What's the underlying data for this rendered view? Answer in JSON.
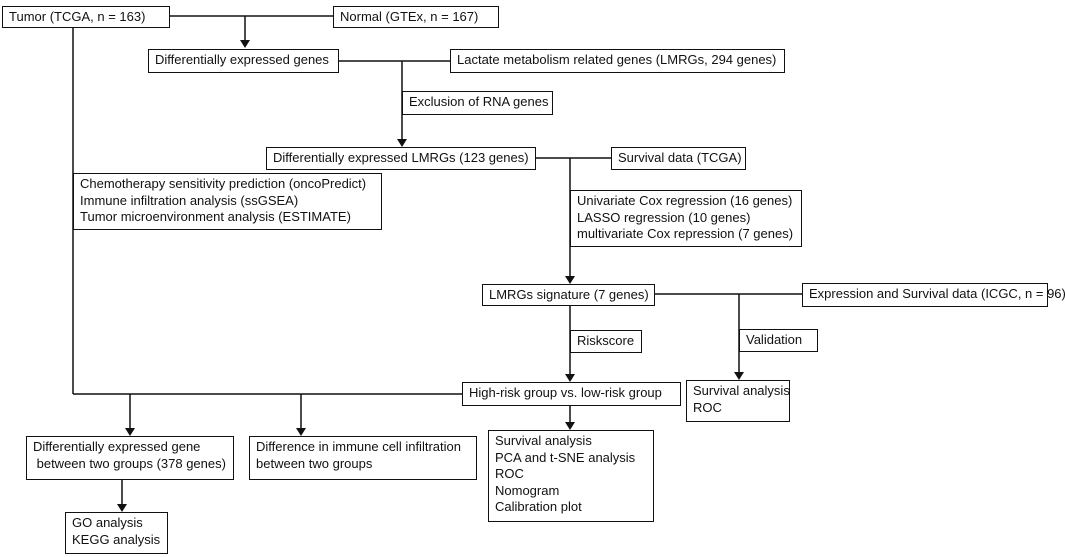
{
  "boxes": {
    "tumor": "Tumor (TCGA, n = 163)",
    "normal": "Normal (GTEx, n = 167)",
    "deg": "Differentially expressed genes",
    "lmrgs": "Lactate metabolism related genes (LMRGs,  294 genes)",
    "exclusion": "Exclusion of RNA genes",
    "de_lmrgs": "Differentially expressed LMRGs (123 genes)",
    "survival_tcga": "Survival data (TCGA)",
    "chemo": [
      "Chemotherapy sensitivity prediction (oncoPredict)",
      "Immune infiltration analysis (ssGSEA)",
      "Tumor microenvironment analysis (ESTIMATE)"
    ],
    "regression": [
      "Univariate Cox regression (16 genes)",
      "LASSO regression (10 genes)",
      "multivariate Cox repression (7 genes)"
    ],
    "signature": "LMRGs signature (7 genes)",
    "icgc": "Expression and Survival data (ICGC, n = 96)",
    "riskscore": "Riskscore",
    "validation": "Validation",
    "risk_groups": "High-risk group vs. low-risk group",
    "validation_out": [
      "Survival analysis",
      "ROC"
    ],
    "deg_groups": [
      "Differentially expressed gene",
      " between two groups (378 genes)"
    ],
    "immune_diff": [
      "Difference in immune cell infiltration",
      "between two groups"
    ],
    "risk_out": [
      "Survival analysis",
      "PCA and t-SNE analysis",
      "ROC",
      "Nomogram",
      "Calibration plot"
    ],
    "enrichment": [
      "GO analysis",
      "KEGG analysis"
    ]
  }
}
